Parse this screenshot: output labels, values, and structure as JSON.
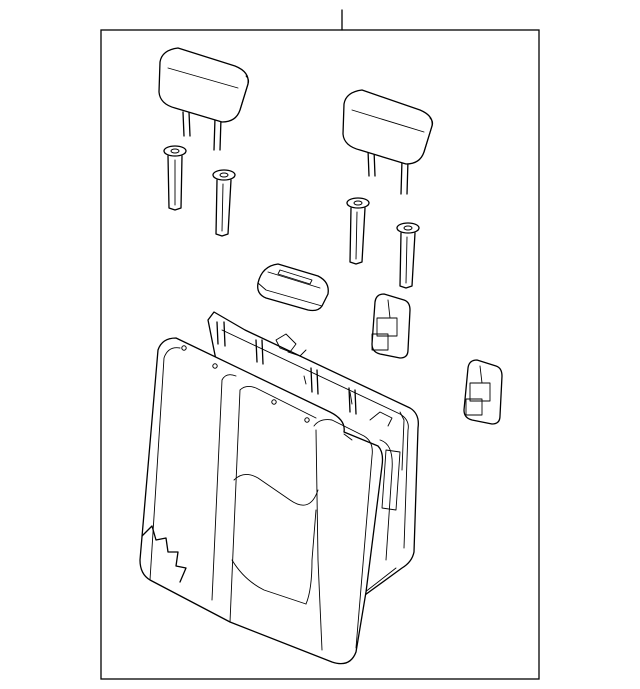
{
  "diagram": {
    "background": "#ffffff",
    "line_color": "#000000",
    "parts": [
      {
        "name": "headrest-left",
        "icon": "headrest-icon"
      },
      {
        "name": "headrest-right",
        "icon": "headrest-icon"
      },
      {
        "name": "headrest-guide-1",
        "icon": "guide-sleeve-icon"
      },
      {
        "name": "headrest-guide-2",
        "icon": "guide-sleeve-icon"
      },
      {
        "name": "headrest-guide-3",
        "icon": "guide-sleeve-icon"
      },
      {
        "name": "headrest-guide-4",
        "icon": "guide-sleeve-icon"
      },
      {
        "name": "latch-cover",
        "icon": "latch-cover-icon"
      },
      {
        "name": "seat-latch-bezel-1",
        "icon": "latch-bezel-icon"
      },
      {
        "name": "seat-latch-bezel-2",
        "icon": "latch-bezel-icon"
      },
      {
        "name": "seat-back-assembly",
        "icon": "seat-back-icon"
      }
    ]
  }
}
